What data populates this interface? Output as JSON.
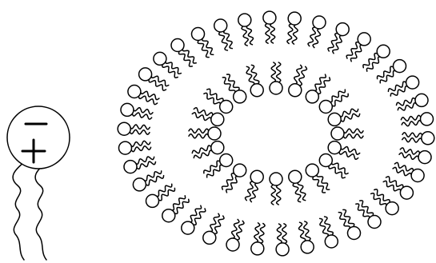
{
  "diagram": {
    "subject": "phospholipid-bilayer-vesicle",
    "legend_molecule": {
      "head_symbols": [
        "minus-sign",
        "plus-sign"
      ],
      "tail_count": 2,
      "style": "zwitterionic-head-with-two-wavy-tails"
    },
    "vesicle": {
      "outer_leaflet_lipids": 38,
      "inner_leaflet_lipids": 20,
      "head_orientation": {
        "outer": "outward",
        "inner": "inward"
      }
    },
    "colors": {
      "stroke": "#000000",
      "fill": "#ffffff",
      "background": "#ffffff"
    }
  }
}
